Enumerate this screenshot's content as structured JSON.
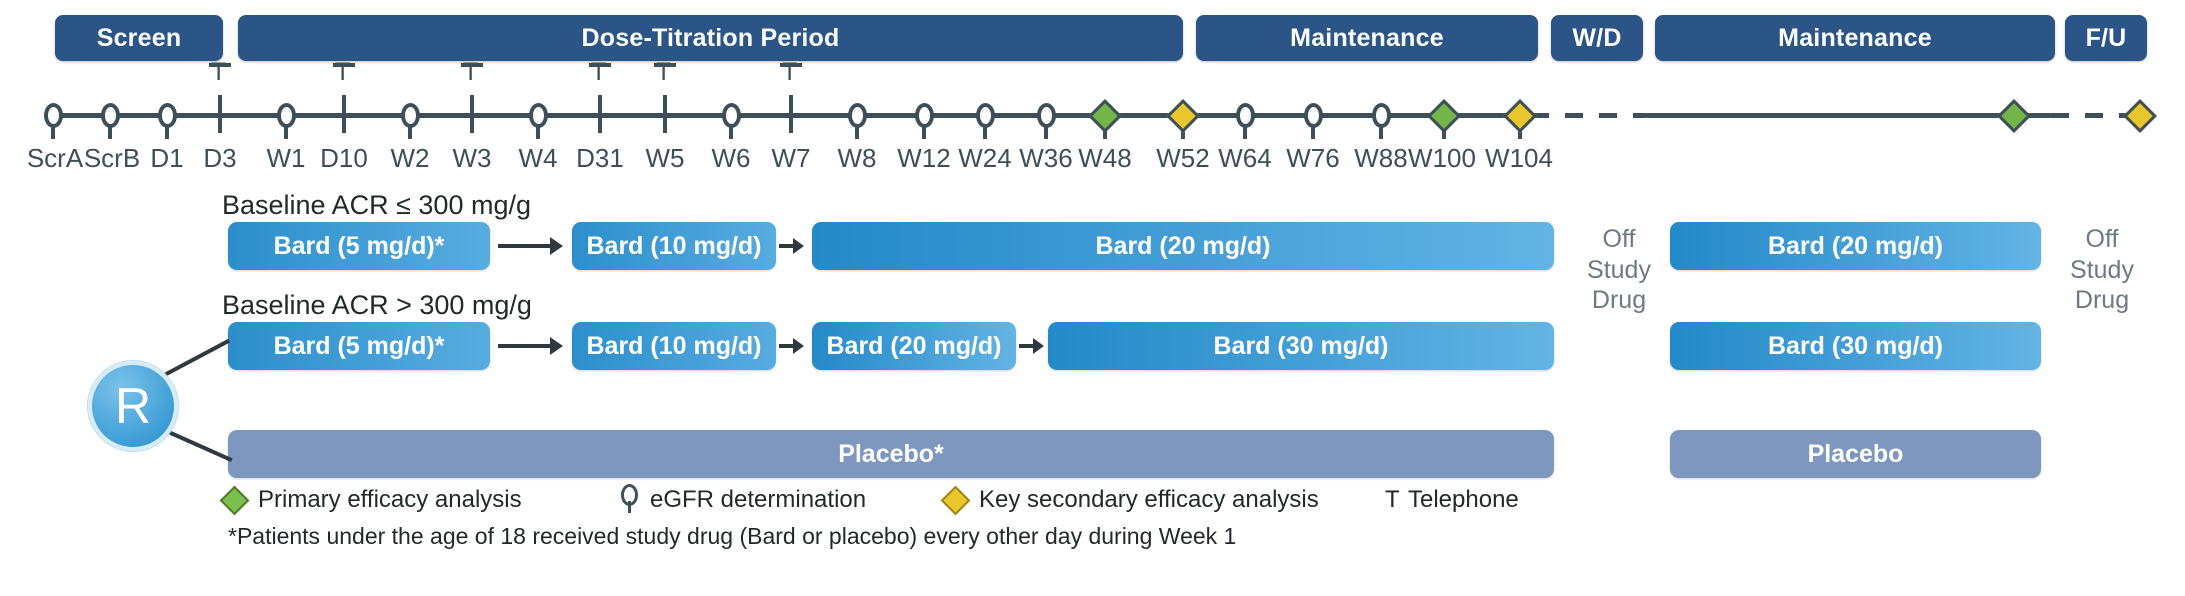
{
  "diagram": {
    "title": "Clinical trial design schematic",
    "colors": {
      "phase_bar": "#2b5586",
      "bard_bar_start": "#2c8fcb",
      "bard_bar_end": "#57ace0",
      "placebo_bar": "#7d97bf",
      "timeline": "#3d4f58",
      "primary_diamond": "#73b548",
      "secondary_diamond": "#e8c62c",
      "randomization_circle": "#3d9ed6"
    }
  },
  "phases": [
    {
      "label": "Screen",
      "name": "phase-screen"
    },
    {
      "label": "Dose-Titration Period",
      "name": "phase-dose-titration"
    },
    {
      "label": "Maintenance",
      "name": "phase-maintenance-1"
    },
    {
      "label": "W/D",
      "name": "phase-withdrawal"
    },
    {
      "label": "Maintenance",
      "name": "phase-maintenance-2"
    },
    {
      "label": "F/U",
      "name": "phase-follow-up"
    }
  ],
  "timeline": {
    "ticks": [
      {
        "label": "ScrA",
        "marker": "egfr"
      },
      {
        "label": "ScrB",
        "marker": "egfr"
      },
      {
        "label": "D1",
        "marker": "egfr"
      },
      {
        "label": "D3",
        "marker": "telephone"
      },
      {
        "label": "W1",
        "marker": "egfr"
      },
      {
        "label": "D10",
        "marker": "telephone"
      },
      {
        "label": "W2",
        "marker": "egfr"
      },
      {
        "label": "W3",
        "marker": "telephone"
      },
      {
        "label": "W4",
        "marker": "egfr"
      },
      {
        "label": "D31",
        "marker": "telephone"
      },
      {
        "label": "W5",
        "marker": "telephone"
      },
      {
        "label": "W6",
        "marker": "egfr"
      },
      {
        "label": "W7",
        "marker": "telephone"
      },
      {
        "label": "W8",
        "marker": "egfr"
      },
      {
        "label": "W12",
        "marker": "egfr"
      },
      {
        "label": "W24",
        "marker": "egfr"
      },
      {
        "label": "W36",
        "marker": "egfr"
      },
      {
        "label": "W48",
        "marker": "primary-diamond"
      },
      {
        "label": "W52",
        "marker": "secondary-diamond"
      },
      {
        "label": "W64",
        "marker": "egfr"
      },
      {
        "label": "W76",
        "marker": "egfr"
      },
      {
        "label": "W88",
        "marker": "egfr"
      },
      {
        "label": "W100",
        "marker": "primary-diamond"
      },
      {
        "label": "W104",
        "marker": "secondary-diamond"
      }
    ]
  },
  "arms": {
    "cohort_low": {
      "label": "Baseline ACR ≤ 300 mg/g",
      "bars": [
        {
          "label": "Bard (5 mg/d)*"
        },
        {
          "label": "Bard (10 mg/d)"
        },
        {
          "label": "Bard (20 mg/d)"
        },
        {
          "label": "Bard (20 mg/d)"
        }
      ]
    },
    "cohort_high": {
      "label": "Baseline ACR > 300 mg/g",
      "bars": [
        {
          "label": "Bard (5 mg/d)*"
        },
        {
          "label": "Bard (10 mg/d)"
        },
        {
          "label": "Bard (20 mg/d)"
        },
        {
          "label": "Bard (30 mg/d)"
        },
        {
          "label": "Bard (30 mg/d)"
        }
      ]
    },
    "placebo": {
      "bars": [
        {
          "label": "Placebo*"
        },
        {
          "label": "Placebo"
        }
      ]
    },
    "randomization": {
      "label": "R"
    }
  },
  "off_drug": {
    "first": "Off\nStudy\nDrug",
    "first_lines": [
      "Off",
      "Study",
      "Drug"
    ],
    "second_lines": [
      "Off",
      "Study",
      "Drug"
    ]
  },
  "legend": {
    "items": [
      {
        "marker": "primary-diamond",
        "label": "Primary efficacy analysis"
      },
      {
        "marker": "egfr-symbol",
        "label": "eGFR determination"
      },
      {
        "marker": "secondary-diamond",
        "label": "Key secondary efficacy analysis"
      },
      {
        "marker": "telephone-symbol",
        "label": "Telephone",
        "prefix": "T"
      }
    ],
    "footnote": "*Patients under the age of 18 received study drug (Bard or placebo) every other day during Week 1"
  }
}
